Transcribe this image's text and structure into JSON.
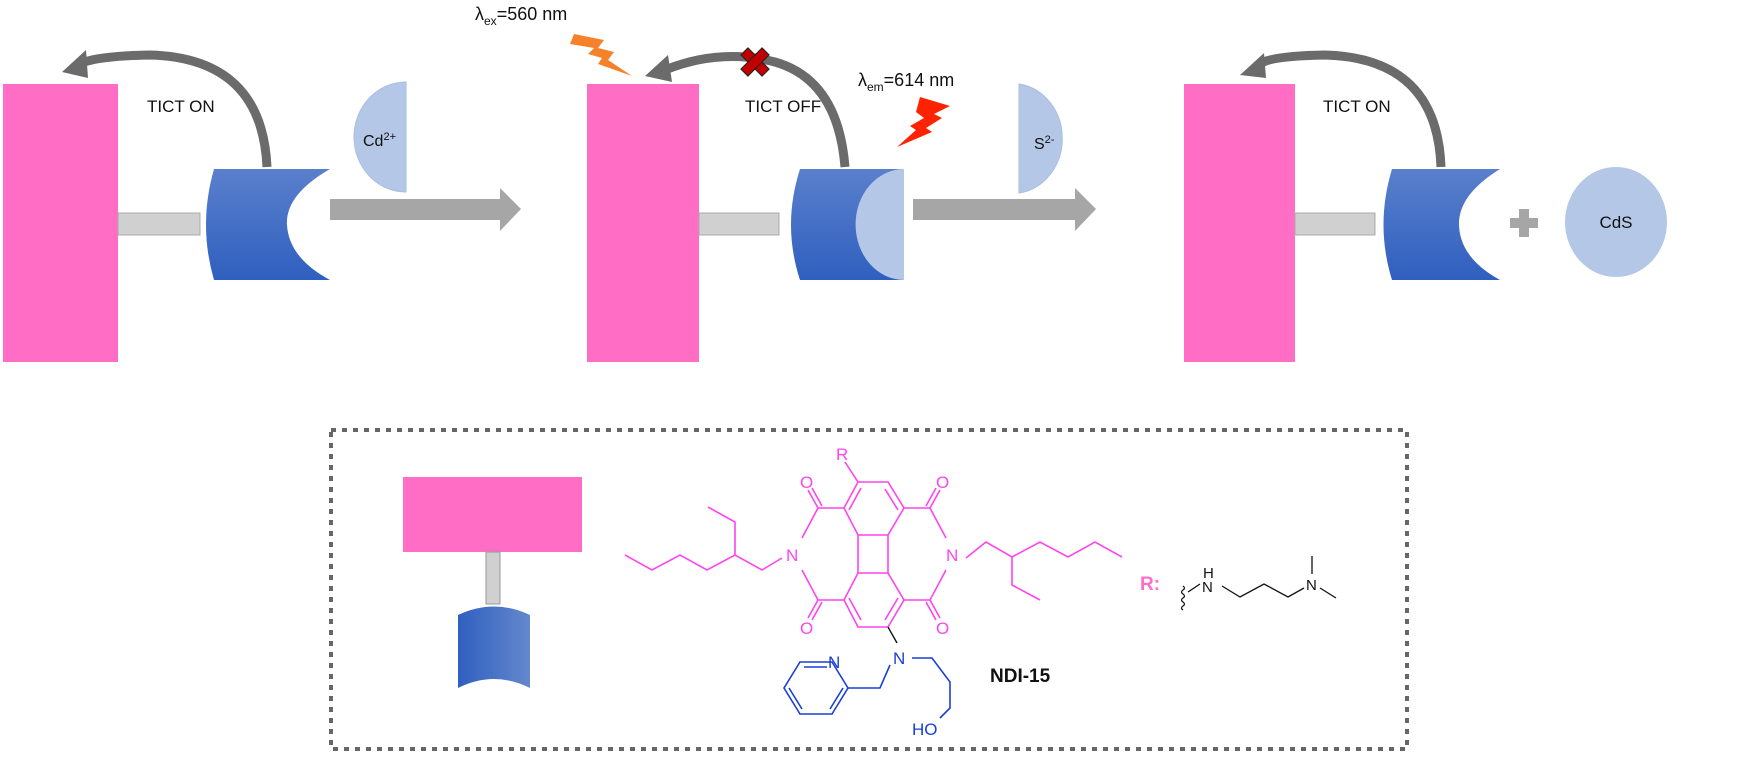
{
  "colors": {
    "fluorophore": "#ff6ec4",
    "receptor": "#3565c4",
    "receptor_light": "#5b83d0",
    "ion": "#b4c7e7",
    "linker": "#d0d0d0",
    "process_arrow": "#a6a6a6",
    "tict_arrow": "#6b6b6b",
    "excitation_bolt": "#f5822a",
    "emission_bolt": "#ff2200",
    "block_cross": "#c00000",
    "molecule_core": "#ff44ee",
    "molecule_receptor": "#1a3fd6",
    "molecule_r_group": "#111111"
  },
  "states": [
    {
      "tict_label": "TICT ON",
      "bound": false
    },
    {
      "tict_label": "TICT OFF",
      "bound": true
    },
    {
      "tict_label": "TICT ON",
      "bound": false
    }
  ],
  "reagents": {
    "step1_ion": "Cd",
    "step1_charge": "2+",
    "step2_ion": "S",
    "step2_charge": "2-",
    "product_plus": "+",
    "product": "CdS"
  },
  "excitation": {
    "symbol": "λ",
    "subscript": "ex",
    "value": "=560 nm"
  },
  "emission": {
    "symbol": "λ",
    "subscript": "em",
    "value": "=614 nm"
  },
  "legend": {
    "compound_name": "NDI-15",
    "r_label": "R:",
    "atoms": {
      "R": "R",
      "O": "O",
      "N": "N",
      "HO": "HO",
      "H": "H"
    }
  }
}
